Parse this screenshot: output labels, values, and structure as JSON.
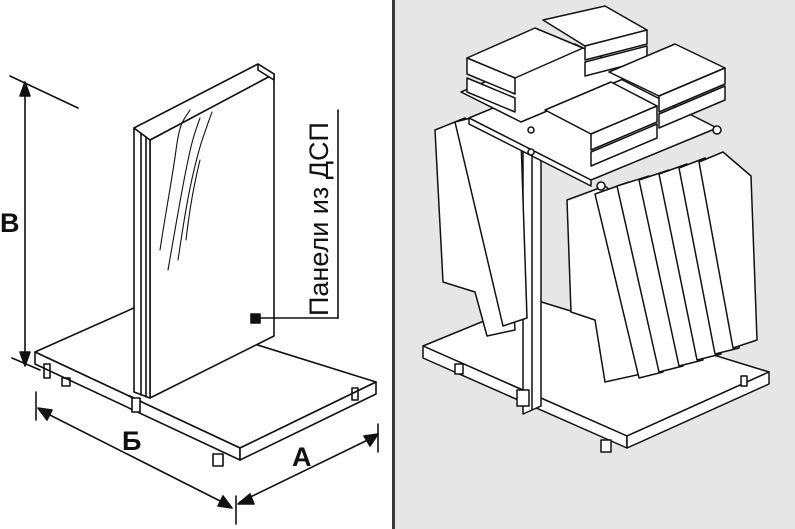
{
  "left_diagram": {
    "labels": {
      "dim_a": "А",
      "dim_b": "Б",
      "dim_v": "В",
      "callout": "Панели из ДСП"
    }
  },
  "colors": {
    "line": "#111111",
    "right_background": "#e6e6e6",
    "divider": "#3a3a3a"
  }
}
